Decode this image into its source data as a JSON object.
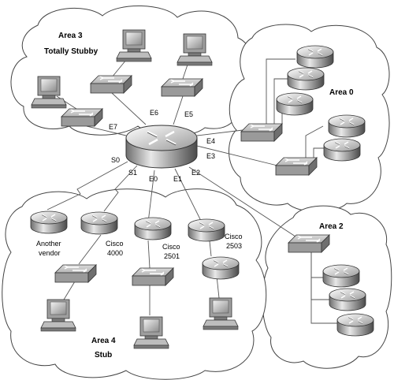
{
  "areas": {
    "area3": {
      "title": "Area 3",
      "subtitle": "Totally Stubby"
    },
    "area0": {
      "title": "Area 0"
    },
    "area2": {
      "title": "Area 2"
    },
    "area4": {
      "title": "Area 4",
      "subtitle": "Stub"
    }
  },
  "ports": {
    "s0": "S0",
    "s1": "S1",
    "e0": "E0",
    "e1": "E1",
    "e2": "E2",
    "e3": "E3",
    "e4": "E4",
    "e5": "E5",
    "e6": "E6",
    "e7": "E7"
  },
  "routers": {
    "another_vendor": {
      "line1": "Another",
      "line2": "vendor"
    },
    "cisco4000": {
      "line1": "Cisco",
      "line2": "4000"
    },
    "cisco2501": {
      "line1": "Cisco",
      "line2": "2501"
    },
    "cisco2503": {
      "line1": "Cisco",
      "line2": "2503"
    }
  },
  "icons": {
    "core_router": "core-router-icon",
    "router": "router-icon",
    "switch": "switch-icon",
    "computer": "computer-icon",
    "cloud": "cloud-icon"
  }
}
